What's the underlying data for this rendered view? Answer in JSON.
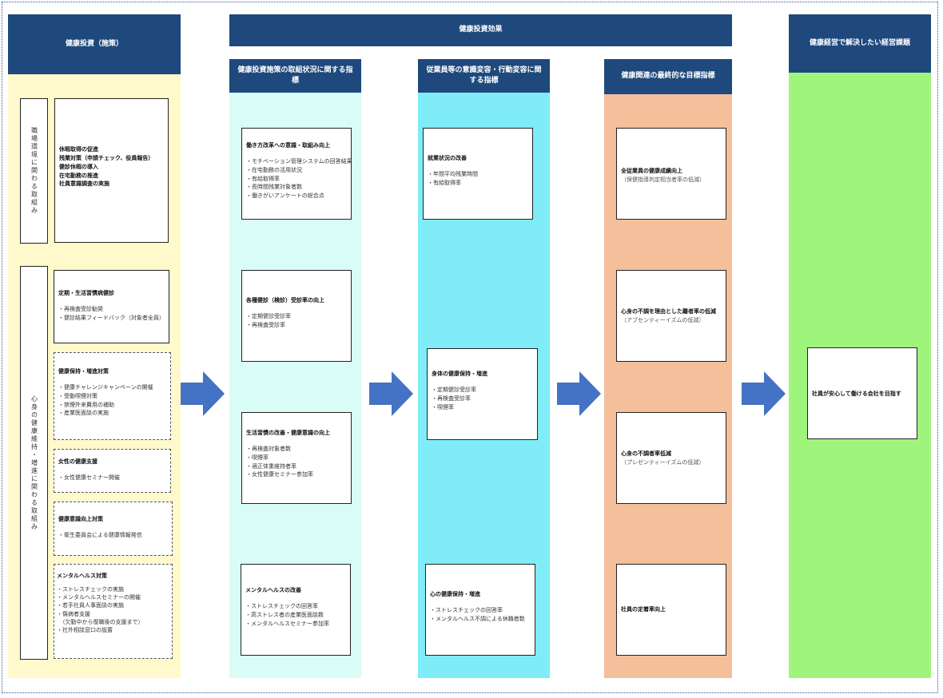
{
  "headers": {
    "investment": "健康投資（施策）",
    "effects": "健康投資効果",
    "indicators": "健康投資施策の取組状況に関する指標",
    "behavior": "従業員等の意識変容・行動変容に関する指標",
    "final": "健康関連の最終的な目標指標",
    "issues": "健康経営で解決したい経営課題"
  },
  "investment": {
    "env_label": "職場環境に関わる取組み",
    "env_box": [
      "休暇取得の促進",
      "残業対策（申請チェック、役員報告）",
      "健診休暇の導入",
      "在宅勤務の推進",
      "社員意識調査の実施"
    ],
    "health_label": "心身の健康維持・増進に関わる取組み",
    "boxes": [
      {
        "title": "定期・生活習慣病健診",
        "items": [
          "・再検査受診勧奨",
          "・健診結果フィードバック（対象者全員）"
        ]
      },
      {
        "title": "健康保持・増進対策",
        "items": [
          "・健康チャレンジキャンペーンの開催",
          "・受動喫煙対策",
          "・禁煙外来費用の補助",
          "・産業医面談の実施"
        ]
      },
      {
        "title": "女性の健康支援",
        "items": [
          "・女性健康セミナー開催"
        ]
      },
      {
        "title": "健康意識向上対策",
        "items": [
          "・衛生委員会による健康情報発信"
        ]
      },
      {
        "title": "メンタルヘルス対策",
        "items": [
          "・ストレスチェックの実施",
          "・メンタルヘルスセミナーの開催",
          "・若手社員人事面談の実施",
          "・傷病者支援",
          "　（欠勤中から復職後の支援まで）",
          "・社外相談窓口の設置"
        ]
      }
    ]
  },
  "indicators": [
    {
      "title": "働き方改革への意識・取組み向上",
      "items": [
        "・モチベーション管理システムの回答結果",
        "・在宅勤務の活用状況",
        "・有給取得率",
        "・長時間残業対象者数",
        "・働きがいアンケートの総合点"
      ]
    },
    {
      "title": "各種健診（検診）受診率の向上",
      "items": [
        "・定期健診受診率",
        "・再検査受診率"
      ]
    },
    {
      "title": "生活習慣の改善・健康意識の向上",
      "items": [
        "・再検査対象者数",
        "・喫煙率",
        "・適正体重維持者率",
        "・女性健康セミナー参加率"
      ]
    },
    {
      "title": "メンタルヘルスの改善",
      "items": [
        "・ストレスチェックの回答率",
        "・高ストレス者の産業医面談数",
        "・メンタルヘルスセミナー参加率"
      ]
    }
  ],
  "behavior": [
    {
      "title": "就業状況の改善",
      "items": [
        "・年間平均残業時間",
        "・有給取得率"
      ]
    },
    {
      "title": "身体の健康保持・増進",
      "items": [
        "・定期健診受診率",
        "・再検査受診率",
        "・喫煙率"
      ]
    },
    {
      "title": "心の健康保持・増進",
      "items": [
        "・ストレスチェックの回答率",
        "・メンタルヘルス不調による休職者数"
      ]
    }
  ],
  "final": [
    {
      "title": "全従業員の健康成績向上",
      "sub": "（保健指導判定相当者率の低減）"
    },
    {
      "title": "心身の不調を理由とした離者率の低減",
      "sub": "（アブセンティーイズムの低減）"
    },
    {
      "title": "心身の不調者率低減",
      "sub": "（プレゼンティーイズムの低減）"
    },
    {
      "title": "社員の定着率向上",
      "sub": ""
    }
  ],
  "issues": {
    "goal": "社員が安心して働ける会社を目指す"
  },
  "colors": {
    "header": "#1f497d",
    "investment_bg": "#fff9cc",
    "indicators_bg": "#d9fdf6",
    "behavior_bg": "#7fecf7",
    "final_bg": "#f4bf9b",
    "issues_bg": "#9ff57c",
    "arrow": "#4472c4"
  }
}
